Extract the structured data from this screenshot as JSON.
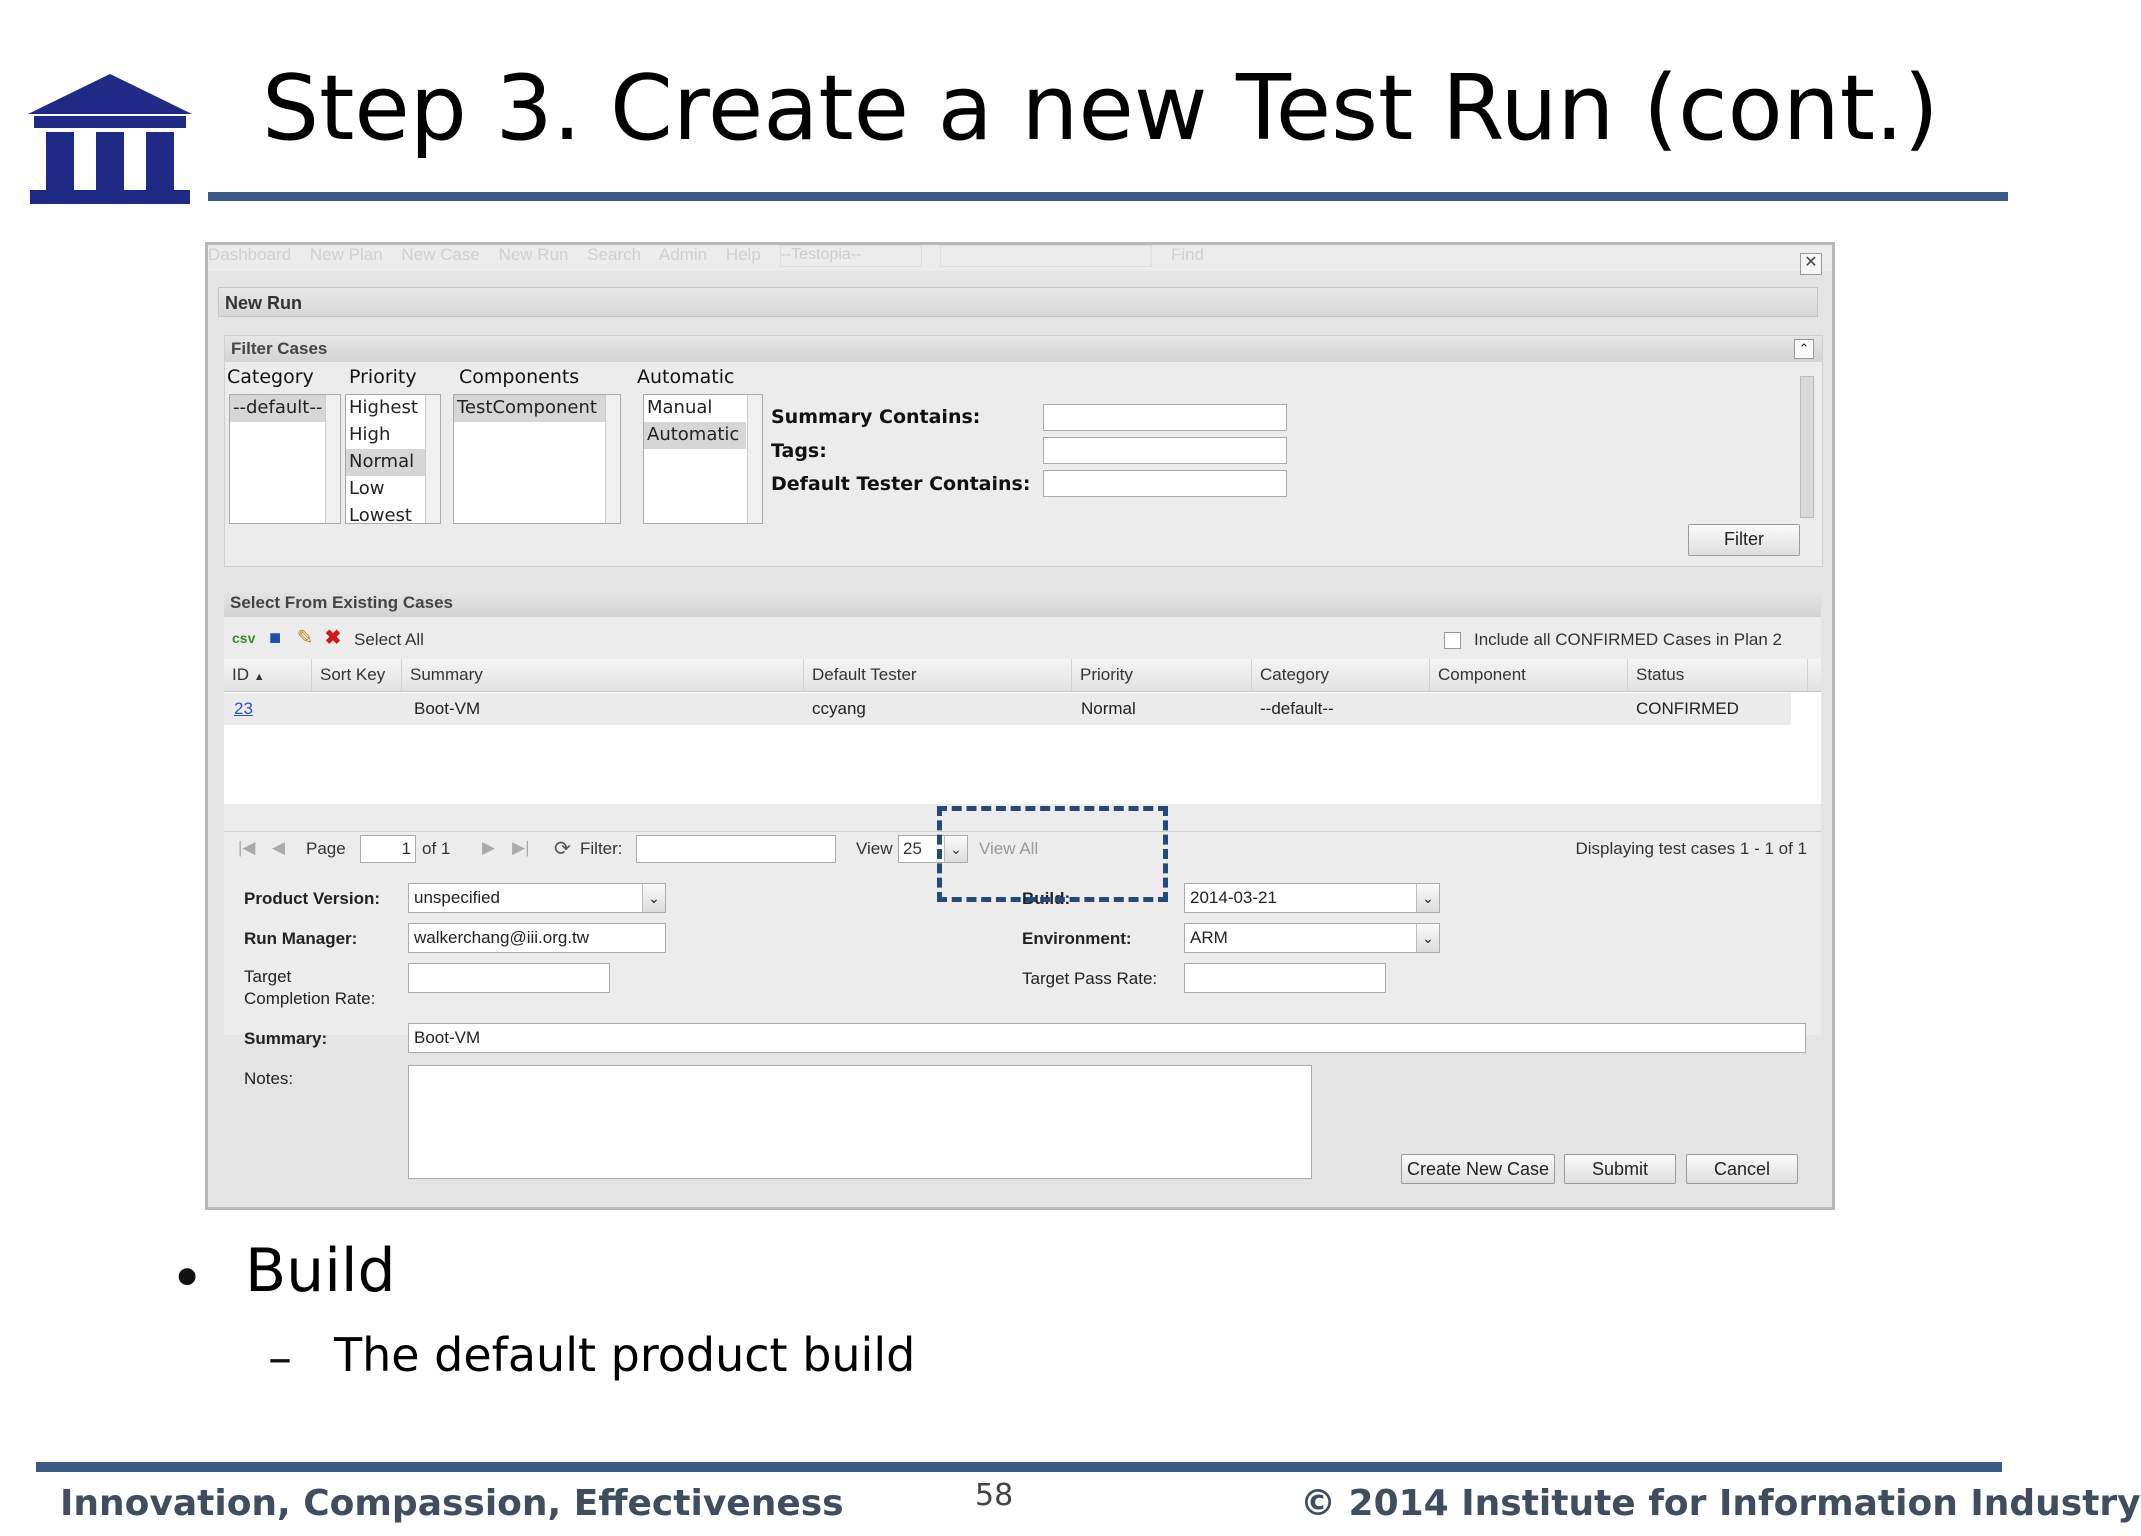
{
  "slide": {
    "title": "Step 3. Create a new Test Run (cont.)",
    "bullet_main": "Build",
    "bullet_sub": "The default product build",
    "footer_left": "Innovation, Compassion, Effectiveness",
    "footer_page": "58",
    "footer_right": "© 2014 Institute for Information Industry",
    "logo_icon": "iii-building-logo",
    "accent_color": "#3b5a86"
  },
  "app": {
    "topbar": {
      "items": [
        "Dashboard",
        "New Plan",
        "New Case",
        "New Run",
        "Search",
        "Admin",
        "Help"
      ],
      "select_value": "--Testopia--",
      "find_label": "Find"
    },
    "new_run_title": "New Run",
    "filter": {
      "header": "Filter Cases",
      "category_label": "Category",
      "priority_label": "Priority",
      "components_label": "Components",
      "automatic_label": "Automatic",
      "category_options": [
        "--default--"
      ],
      "priority_options": [
        "Highest",
        "High",
        "Normal",
        "Low",
        "Lowest"
      ],
      "components_options": [
        "TestComponent"
      ],
      "automatic_options": [
        "Manual",
        "Automatic"
      ],
      "summary_contains_label": "Summary Contains:",
      "tags_label": "Tags:",
      "default_tester_label": "Default Tester Contains:",
      "filter_button": "Filter"
    },
    "cases": {
      "header": "Select From Existing Cases",
      "select_all": "Select All",
      "include_confirmed": "Include all CONFIRMED Cases in Plan 2",
      "columns": [
        "ID",
        "Sort Key",
        "Summary",
        "Default Tester",
        "Priority",
        "Category",
        "Component",
        "Status"
      ],
      "rows": [
        {
          "id": "23",
          "sort_key": "",
          "summary": "Boot-VM",
          "tester": "ccyang",
          "priority": "Normal",
          "category": "--default--",
          "component": "",
          "status": "CONFIRMED"
        }
      ],
      "pager": {
        "page_label": "Page",
        "page_value": "1",
        "of_label": "of 1",
        "filter_label": "Filter:",
        "view_label": "View",
        "view_value": "25",
        "view_all": "View All",
        "display_text": "Displaying test cases 1 - 1 of 1"
      }
    },
    "form": {
      "product_version_label": "Product Version:",
      "product_version_value": "unspecified",
      "build_label": "Build:",
      "build_value": "2014-03-21",
      "run_manager_label": "Run Manager:",
      "run_manager_value": "walkerchang@iii.org.tw",
      "environment_label": "Environment:",
      "environment_value": "ARM",
      "target_completion_label_1": "Target",
      "target_completion_label_2": "Completion Rate:",
      "target_pass_label": "Target Pass Rate:",
      "summary_label": "Summary:",
      "summary_value": "Boot-VM",
      "notes_label": "Notes:"
    },
    "buttons": {
      "create_new_case": "Create New Case",
      "submit": "Submit",
      "cancel": "Cancel"
    }
  }
}
